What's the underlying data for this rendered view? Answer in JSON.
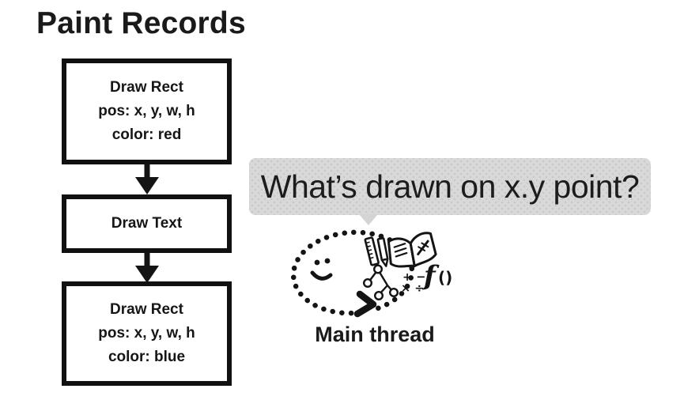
{
  "title": "Paint Records",
  "colors": {
    "ink": "#141414",
    "box_border": "#111111",
    "box_fill": "#ffffff",
    "bubble_bg": "#d8d8d8",
    "bubble_dot": "#c7c7c7",
    "background": "#ffffff"
  },
  "flow": {
    "records": [
      {
        "lines": [
          "Draw Rect",
          "pos: x, y, w, h",
          "color: red"
        ]
      },
      {
        "lines": [
          "Draw Text"
        ]
      },
      {
        "lines": [
          "Draw Rect",
          "pos: x, y, w, h",
          "color: blue"
        ]
      }
    ]
  },
  "bubble": {
    "text": "What’s drawn on x.y point?"
  },
  "doodle": {
    "label": "Main thread",
    "icons": [
      "smiley-face",
      "dotted-loop",
      "chevron-arrow",
      "ruler",
      "pencil",
      "open-book",
      "tree-graph",
      "math-symbols",
      "function-notation"
    ],
    "math_top": "+ −",
    "math_bottom": "× ÷",
    "function_f": "f",
    "function_parens": "()"
  }
}
